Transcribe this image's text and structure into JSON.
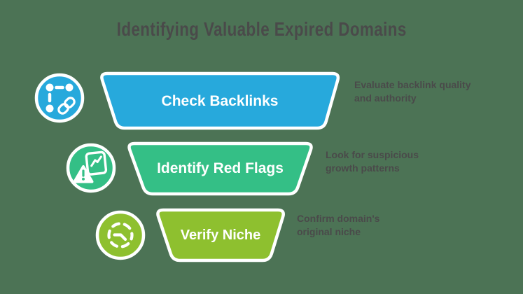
{
  "title": {
    "text": "Identifying Valuable Expired Domains",
    "color": "#4A4A4A"
  },
  "background_color": "#4C7355",
  "funnel_border_color": "#FFFFFF",
  "label_text_color": "#FFFFFF",
  "description_text_color": "#4A4A4A",
  "stages": [
    {
      "label": "Check Backlinks",
      "description_lines": [
        "Evaluate backlink quality",
        "and authority"
      ],
      "color": "#27A9DC",
      "icon": "backlinks-network-icon"
    },
    {
      "label": "Identify Red Flags",
      "description_lines": [
        "Look for suspicious",
        "growth patterns"
      ],
      "color": "#34BF86",
      "icon": "report-warning-icon"
    },
    {
      "label": "Verify Niche",
      "description_lines": [
        "Confirm domain's",
        "original niche"
      ],
      "color": "#8EC02F",
      "icon": "dashed-target-icon"
    }
  ]
}
